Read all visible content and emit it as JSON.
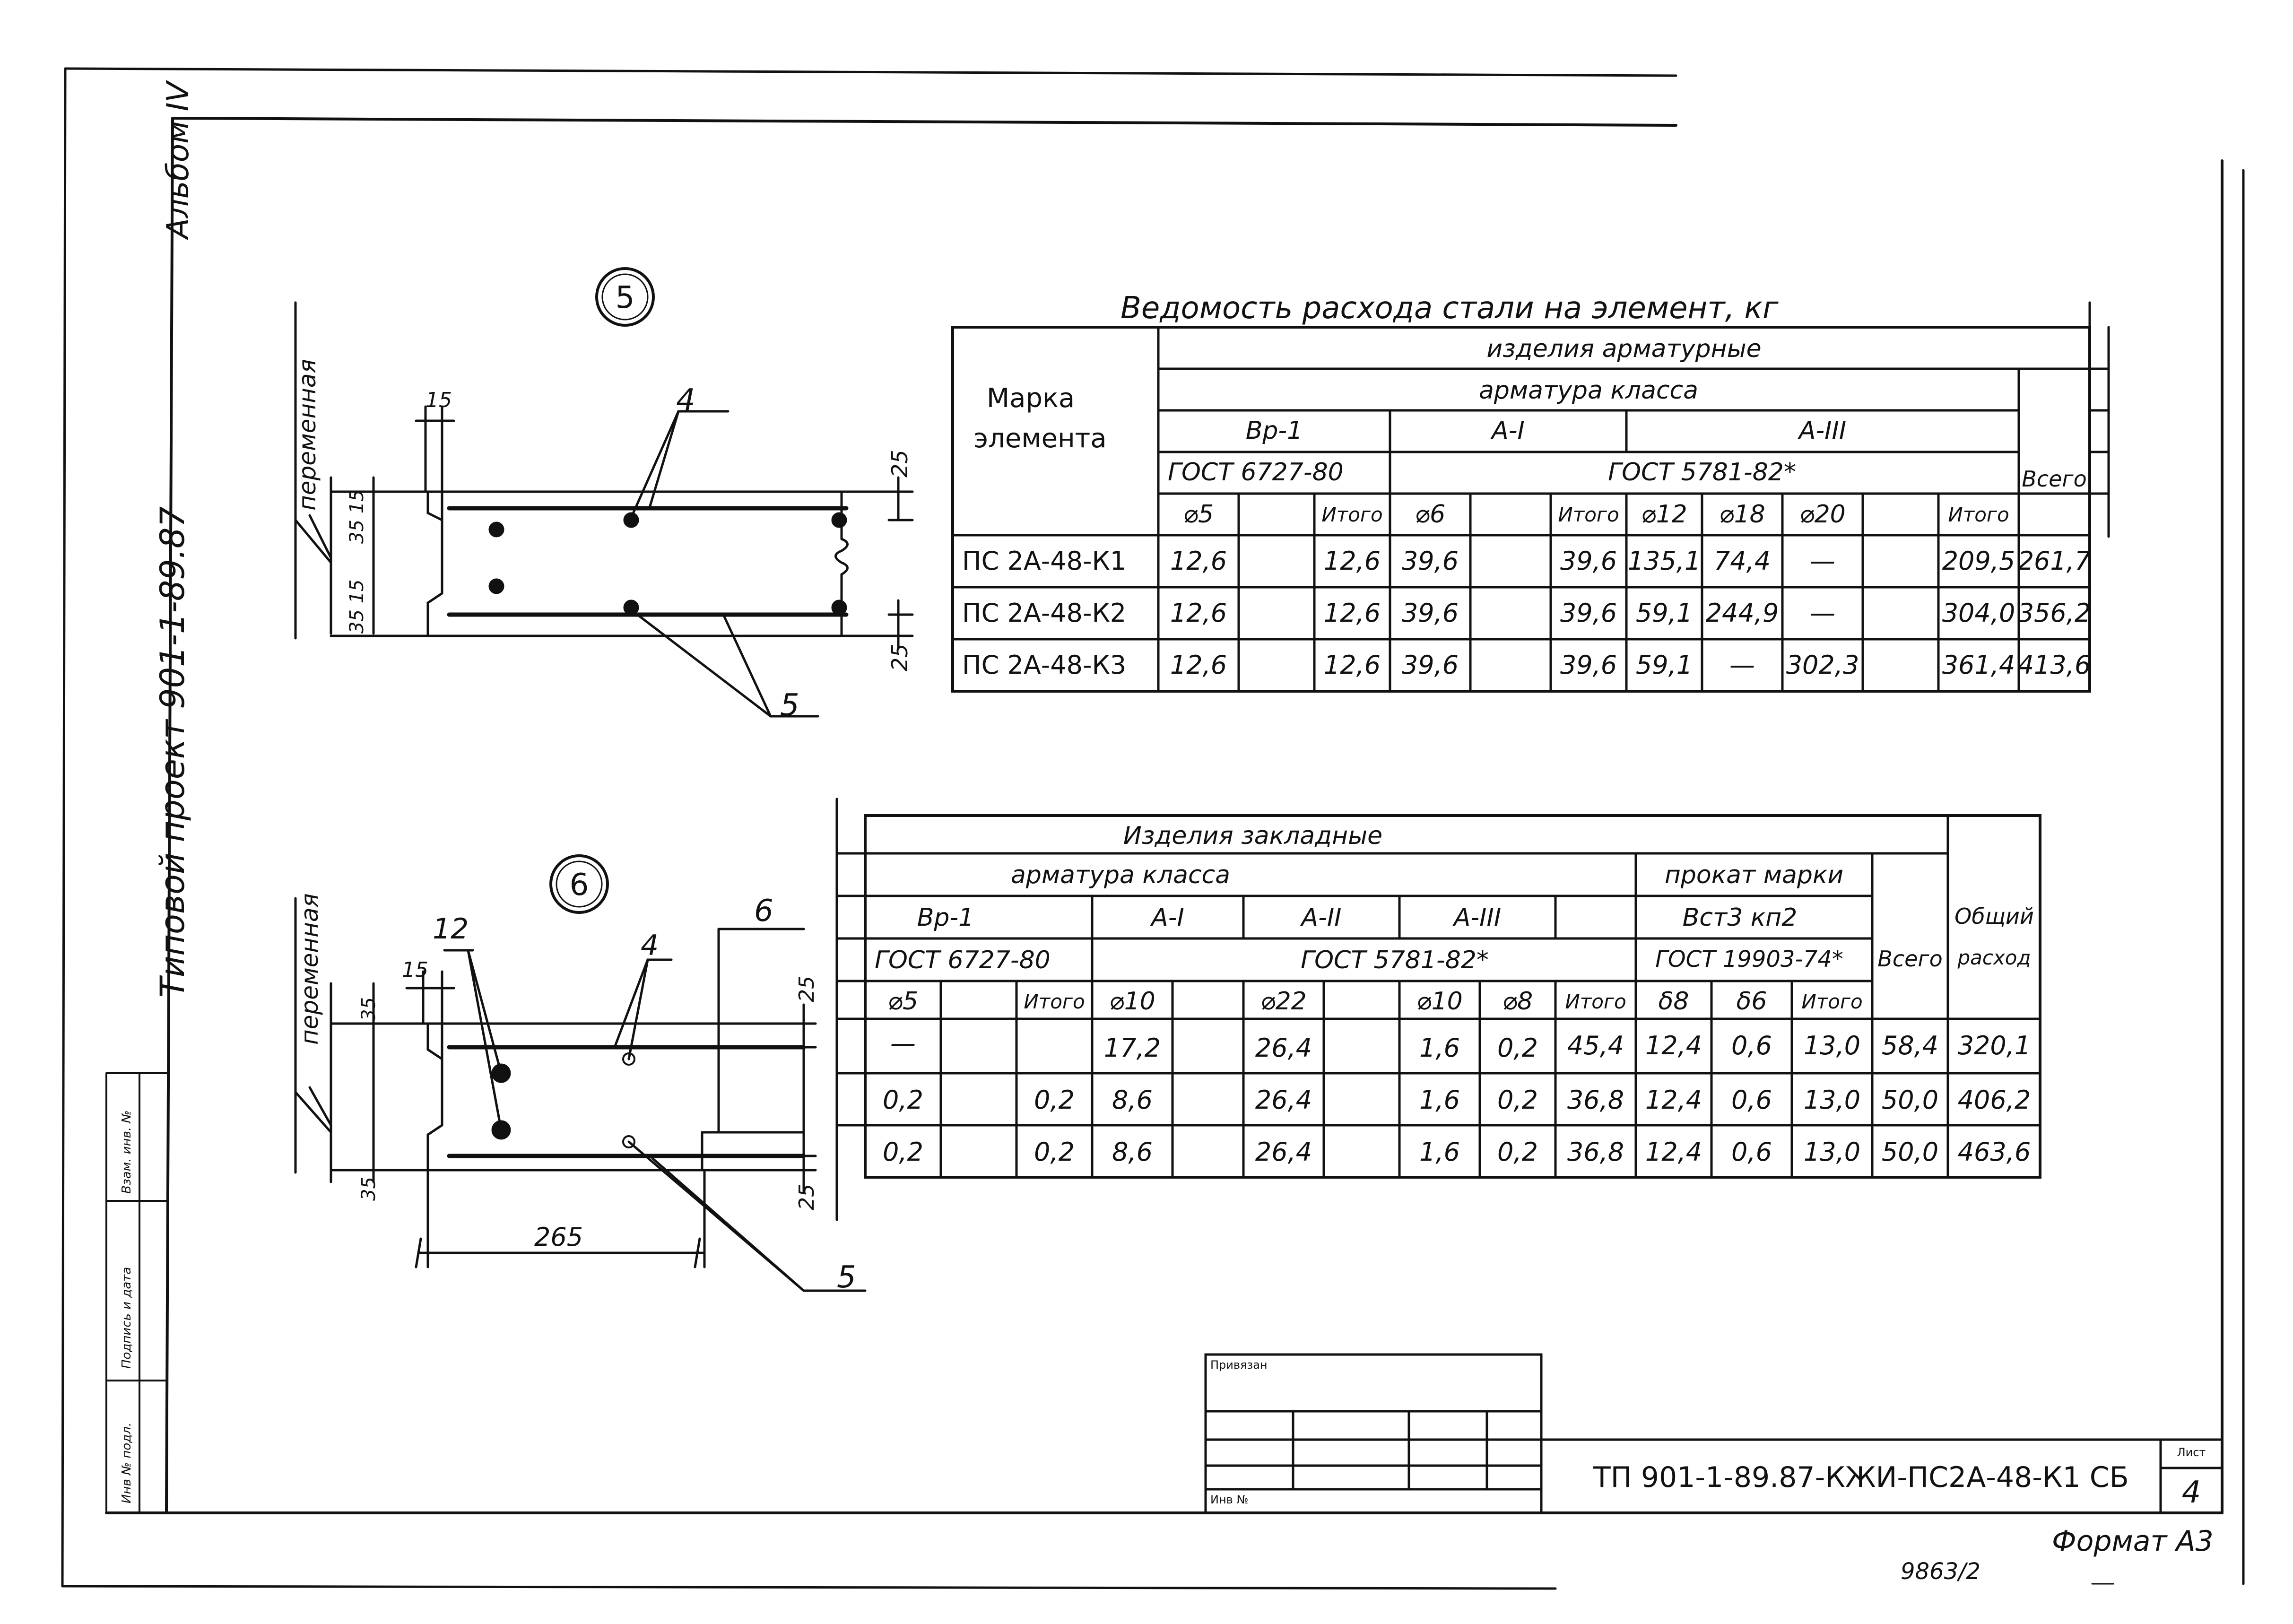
{
  "margin": {
    "album": "Альбом IV",
    "project": "Типовой проект 901-1-89.87",
    "stamp_inv_podl": "Инв № подл.",
    "stamp_podpis": "Подпись и дата",
    "stamp_vzam": "Взам. инв. №"
  },
  "details": {
    "d5": {
      "number": "5",
      "variable": "переменная",
      "dim_top": "15",
      "label_4": "4",
      "label_5": "5",
      "dim_right_top": "25",
      "dim_right_bottom": "25",
      "dim_left_top": "35 15",
      "dim_left_bottom": "35 15"
    },
    "d6": {
      "number": "6",
      "variable": "переменная",
      "label_12": "12",
      "label_4": "4",
      "label_6": "6",
      "label_5": "5",
      "dim_length": "265",
      "dim_top": "15",
      "dim_right_top": "25",
      "dim_right_bottom": "25",
      "dim_left_top": "35",
      "dim_left_bottom": "35"
    }
  },
  "table1": {
    "title": "Ведомость расхода стали на элемент, кг",
    "h_products": "изделия арматурные",
    "h_class": "арматура класса",
    "h_mark_1": "Марка",
    "h_mark_2": "элемента",
    "h_vr1": "Вр-1",
    "h_a1": "А-I",
    "h_a3": "А-III",
    "h_gost1": "ГОСТ 6727-80",
    "h_gost2": "ГОСТ 5781-82*",
    "h_total": "Всего",
    "cols": [
      "⌀5",
      "",
      "Итого",
      "⌀6",
      "",
      "Итого",
      "⌀12",
      "⌀18",
      "⌀20",
      "",
      "Итого"
    ],
    "rows": [
      {
        "mark": "ПС 2А-48-К1",
        "d5": "12,6",
        "itogo1": "12,6",
        "d6": "39,6",
        "itogo2": "39,6",
        "d12": "135,1",
        "d18": "74,4",
        "d20": "—",
        "itogo3": "209,5",
        "total": "261,7"
      },
      {
        "mark": "ПС 2А-48-К2",
        "d5": "12,6",
        "itogo1": "12,6",
        "d6": "39,6",
        "itogo2": "39,6",
        "d12": "59,1",
        "d18": "244,9",
        "d20": "—",
        "itogo3": "304,0",
        "total": "356,2"
      },
      {
        "mark": "ПС 2А-48-К3",
        "d5": "12,6",
        "itogo1": "12,6",
        "d6": "39,6",
        "itogo2": "39,6",
        "d12": "59,1",
        "d18": "—",
        "d20": "302,3",
        "itogo3": "361,4",
        "total": "413,6"
      }
    ]
  },
  "table2": {
    "h_products": "Изделия закладные",
    "h_class": "арматура класса",
    "h_rolled": "прокат марки",
    "h_grand_1": "Общий",
    "h_grand_2": "расход",
    "h_total": "Всего",
    "h_vr1": "Вр-1",
    "h_a1": "А-I",
    "h_a2": "А-II",
    "h_a3": "А-III",
    "h_steel": "Вст3 кп2",
    "h_gost1": "ГОСТ 6727-80",
    "h_gost2": "ГОСТ 5781-82*",
    "h_gost3": "ГОСТ 19903-74*",
    "cols": [
      "⌀5",
      "",
      "Итого",
      "⌀10",
      "",
      "⌀22",
      "",
      "⌀10",
      "⌀8",
      "Итого",
      "δ8",
      "δ6",
      "Итого"
    ],
    "rows": [
      {
        "d5": "—",
        "itogo1": "",
        "d10a": "17,2",
        "d22": "26,4",
        "d10b": "1,6",
        "d8": "0,2",
        "itogo2": "45,4",
        "t8": "12,4",
        "t6": "0,6",
        "itogo3": "13,0",
        "total": "58,4",
        "grand": "320,1"
      },
      {
        "d5": "0,2",
        "itogo1": "0,2",
        "d10a": "8,6",
        "d22": "26,4",
        "d10b": "1,6",
        "d8": "0,2",
        "itogo2": "36,8",
        "t8": "12,4",
        "t6": "0,6",
        "itogo3": "13,0",
        "total": "50,0",
        "grand": "406,2"
      },
      {
        "d5": "0,2",
        "itogo1": "0,2",
        "d10a": "8,6",
        "d22": "26,4",
        "d10b": "1,6",
        "d8": "0,2",
        "itogo2": "36,8",
        "t8": "12,4",
        "t6": "0,6",
        "itogo3": "13,0",
        "total": "50,0",
        "grand": "463,6"
      }
    ]
  },
  "title_block": {
    "privyazan": "Привязан",
    "inv_no": "Инв №",
    "code": "ТП 901-1-89.87-КЖИ-ПС2А-48-К1 СБ",
    "sheet_label": "Лист",
    "sheet_number": "4",
    "format": "Формат А3",
    "archive_no": "9863/2"
  }
}
